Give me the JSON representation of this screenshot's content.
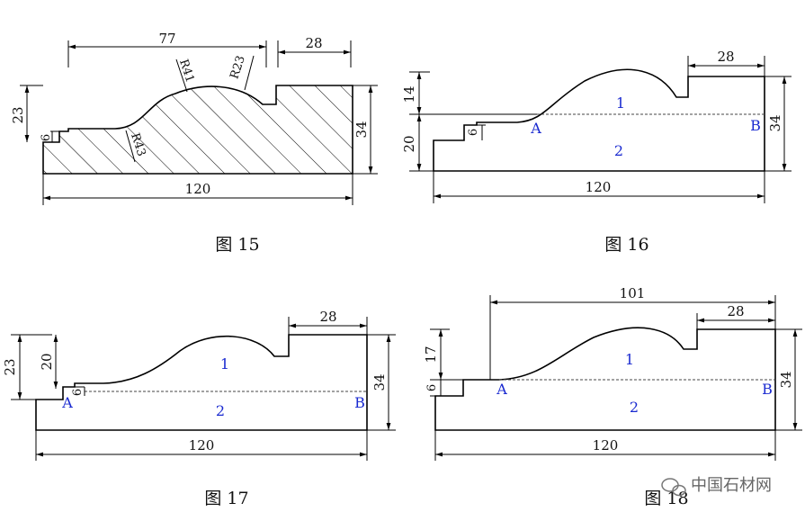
{
  "figures": [
    {
      "caption": "图 15",
      "dims": {
        "top_span": "77",
        "top_right": "28",
        "left_height": "23",
        "step": "6",
        "right_height": "34",
        "bottom": "120"
      },
      "radii": [
        "R41",
        "R23",
        "R43"
      ]
    },
    {
      "caption": "图 16",
      "dims": {
        "top_right": "28",
        "upper_left": "14",
        "lower_left": "20",
        "step": "6",
        "right_height": "34",
        "bottom": "120"
      },
      "points": [
        "A",
        "B"
      ],
      "regions": [
        "1",
        "2"
      ]
    },
    {
      "caption": "图 17",
      "dims": {
        "top_right": "28",
        "outer_left": "23",
        "inner_left": "20",
        "step": "6",
        "right_height": "34",
        "bottom": "120"
      },
      "points": [
        "A",
        "B"
      ],
      "regions": [
        "1",
        "2"
      ]
    },
    {
      "caption": "图 18",
      "dims": {
        "top_span": "101",
        "top_right": "28",
        "upper_left": "17",
        "step": "6",
        "right_height": "34",
        "bottom": "120"
      },
      "points": [
        "A",
        "B"
      ],
      "regions": [
        "1",
        "2"
      ]
    }
  ],
  "watermark": "中国石材网",
  "colors": {
    "line": "#000000",
    "label": "#1a2ad0"
  }
}
